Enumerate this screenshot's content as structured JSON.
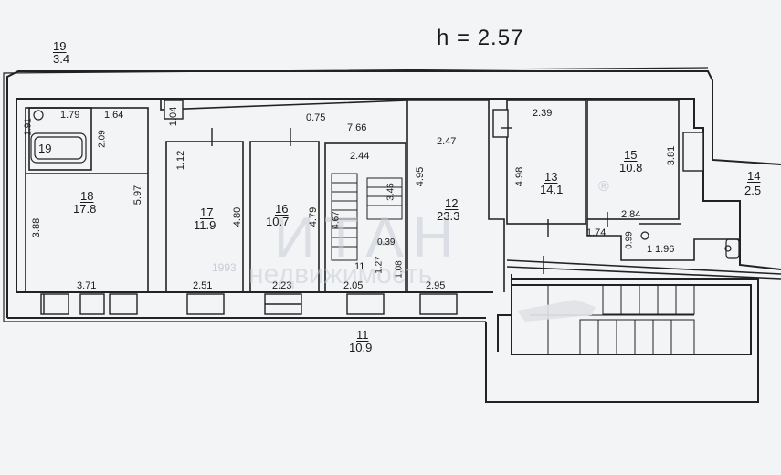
{
  "height_label": "h = 2.57",
  "watermark": {
    "year": "1993",
    "text": "ИТАН",
    "sub": "недвижимость",
    "mark": "®"
  },
  "rooms": [
    {
      "id": "19",
      "area": "3.4"
    },
    {
      "id": "18",
      "area": "17.8"
    },
    {
      "id": "17",
      "area": "11.9"
    },
    {
      "id": "16",
      "area": "10.7"
    },
    {
      "id": "12",
      "area": "23.3"
    },
    {
      "id": "13",
      "area": "14.1"
    },
    {
      "id": "15",
      "area": "10.8"
    },
    {
      "id": "14",
      "area": "2.5"
    },
    {
      "id": "11",
      "area": "10.9"
    },
    {
      "id": "19",
      "area": ""
    },
    {
      "id": "11",
      "area": ""
    }
  ],
  "dimensions": [
    "1.79",
    "1.64",
    "1.04",
    "1.91",
    "2.09",
    "0.75",
    "7.66",
    "2.47",
    "2.44",
    "2.39",
    "1.12",
    "4.80",
    "4.79",
    "4.95",
    "4.98",
    "3.81",
    "3.88",
    "5.97",
    "4.67",
    "3.46",
    "0.39",
    "1.27",
    "1.08",
    "2.84",
    "1.74",
    "0.99",
    "1.96",
    "3.71",
    "2.51",
    "2.23",
    "2.05",
    "2.95",
    "1"
  ]
}
